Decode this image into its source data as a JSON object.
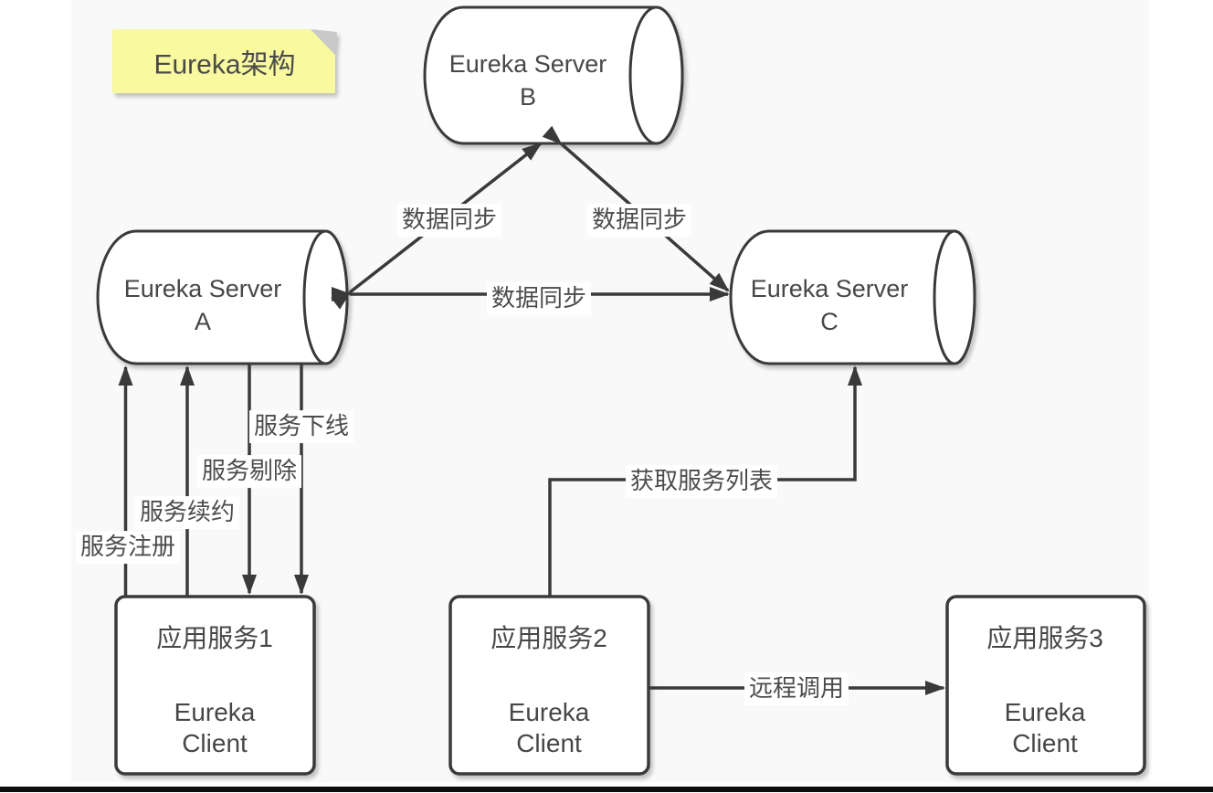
{
  "note": {
    "title": "Eureka架构"
  },
  "servers": {
    "b": {
      "line1": "Eureka Server",
      "line2": "B"
    },
    "a": {
      "line1": "Eureka Server",
      "line2": "A"
    },
    "c": {
      "line1": "Eureka Server",
      "line2": "C"
    }
  },
  "clients": {
    "c1": {
      "title": "应用服务1",
      "sub1": "Eureka",
      "sub2": "Client"
    },
    "c2": {
      "title": "应用服务2",
      "sub1": "Eureka",
      "sub2": "Client"
    },
    "c3": {
      "title": "应用服务3",
      "sub1": "Eureka",
      "sub2": "Client"
    }
  },
  "edge_labels": {
    "sync_ab": "数据同步",
    "sync_bc": "数据同步",
    "sync_ac": "数据同步",
    "offline": "服务下线",
    "evict": "服务剔除",
    "renew": "服务续约",
    "register": "服务注册",
    "fetch_list": "获取服务列表",
    "remote_call": "远程调用"
  },
  "colors": {
    "canvas_bg": "#f9f9f9",
    "line": "#3a3a3a",
    "note_fill": "#f9f9a0",
    "note_fold": "#c9c9c9",
    "shape_fill": "#ffffff",
    "text": "#474747",
    "bottom_bar": "#0d0d0d"
  }
}
